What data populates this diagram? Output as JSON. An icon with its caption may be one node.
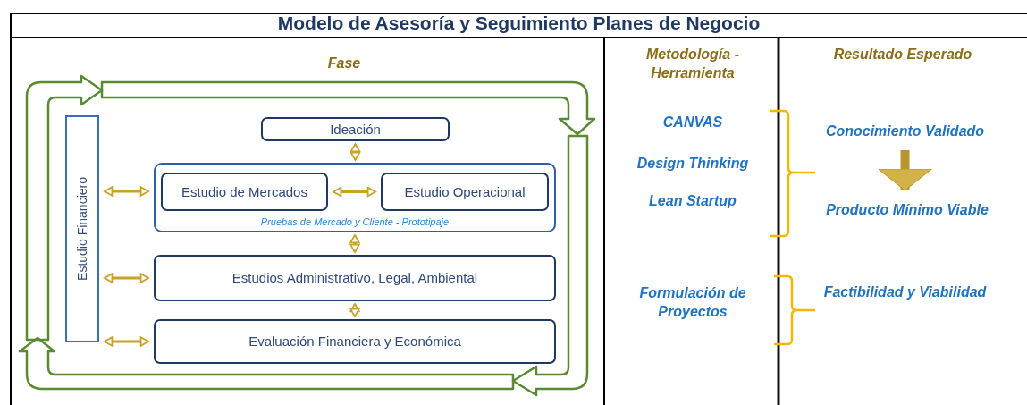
{
  "diagram": {
    "title": "Modelo de Asesoría y Seguimiento Planes de Negocio",
    "nodes": [
      {
        "text": [
          "Estudio Financiero"
        ]
      },
      {
        "text": [
          "Ideación"
        ]
      },
      {
        "text": [
          "Pruebas de Mercado y Cliente - Prototipaje"
        ]
      },
      {
        "text": [
          "Estudio de Mercados"
        ],
        "in": 2
      },
      {
        "text": [
          "Estudio Operacional"
        ],
        "in": 2
      },
      {
        "text": [
          "Estudios Administrativo, Legal, Ambiental"
        ]
      },
      {
        "text": [
          "Evaluación Financiera y Económica"
        ]
      },
      {
        "text": [
          "Conocimiento Validado"
        ]
      },
      {
        "text": [
          "Producto Mínimo Viable"
        ]
      }
    ],
    "edges": [
      {
        "from": 1,
        "to": 2,
        "arrow": "both"
      },
      {
        "from": 3,
        "to": 4,
        "arrow": "both"
      },
      {
        "from": 2,
        "to": 5,
        "arrow": "both"
      },
      {
        "from": 5,
        "to": 6,
        "arrow": "both"
      },
      {
        "from": 0,
        "to": 2,
        "arrow": "both"
      },
      {
        "from": 0,
        "to": 5,
        "arrow": "both"
      },
      {
        "from": 0,
        "to": 6,
        "arrow": "both"
      },
      {
        "from": 7,
        "to": 8,
        "arrow": "to",
        "style": "thick"
      }
    ],
    "labels": [
      "Fase",
      "Metodología - Herramienta",
      "Resultado Esperado",
      "CANVAS",
      "Design Thinking",
      "Lean Startup",
      "Formulación de Proyectos",
      "Factibilidad y Viabilidad"
    ]
  }
}
